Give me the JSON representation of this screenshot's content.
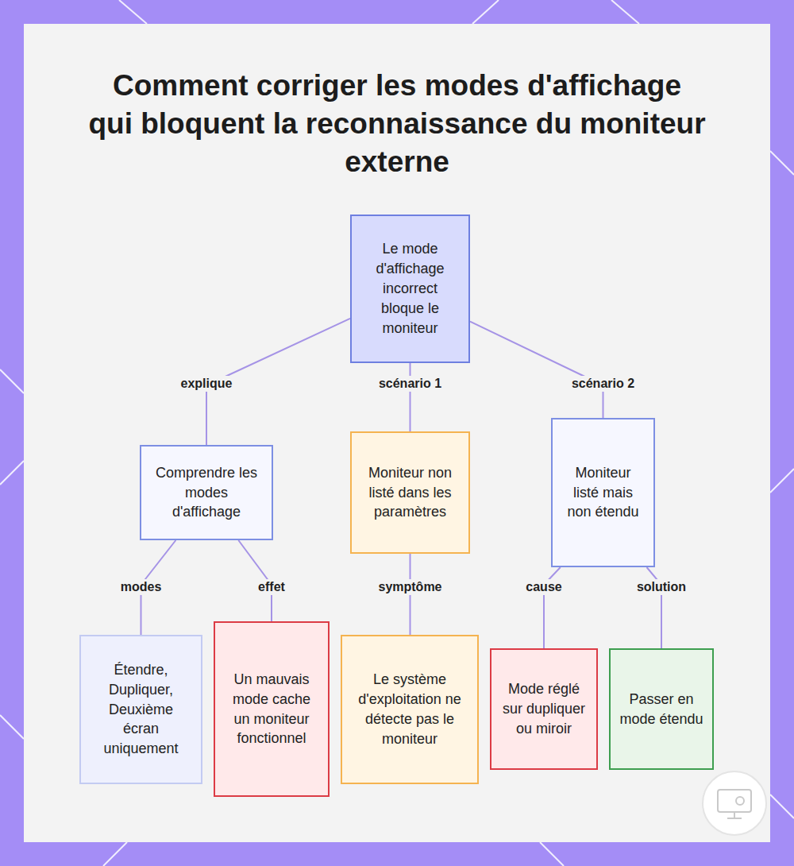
{
  "diagram": {
    "title": "Comment corriger les modes d'affichage qui bloquent la reconnaissance du moniteur externe",
    "nodes": [
      {
        "text": [
          "Le mode d'affichage incorrect bloque le moniteur"
        ]
      },
      {
        "text": [
          "Comprendre les modes d'affichage"
        ]
      },
      {
        "text": [
          "Moniteur non listé dans les paramètres"
        ]
      },
      {
        "text": [
          "Moniteur listé mais non étendu"
        ]
      },
      {
        "text": [
          "Étendre, Dupliquer, Deuxième écran uniquement"
        ]
      },
      {
        "text": [
          "Un mauvais mode cache un moniteur fonctionnel"
        ]
      },
      {
        "text": [
          "Le système d'exploitation ne détecte pas le moniteur"
        ]
      },
      {
        "text": [
          "Mode réglé sur dupliquer ou miroir"
        ]
      },
      {
        "text": [
          "Passer en mode étendu"
        ]
      }
    ],
    "edges": [
      {
        "from": 0,
        "to": 1,
        "label": "explique",
        "arrow": "none"
      },
      {
        "from": 0,
        "to": 2,
        "label": "scénario 1",
        "arrow": "none"
      },
      {
        "from": 0,
        "to": 3,
        "label": "scénario 2",
        "arrow": "none"
      },
      {
        "from": 1,
        "to": 4,
        "label": "modes",
        "arrow": "none"
      },
      {
        "from": 1,
        "to": 5,
        "label": "effet",
        "arrow": "none"
      },
      {
        "from": 2,
        "to": 6,
        "label": "symptôme",
        "arrow": "none"
      },
      {
        "from": 3,
        "to": 7,
        "label": "cause",
        "arrow": "none"
      },
      {
        "from": 3,
        "to": 8,
        "label": "solution",
        "arrow": "none"
      }
    ]
  }
}
